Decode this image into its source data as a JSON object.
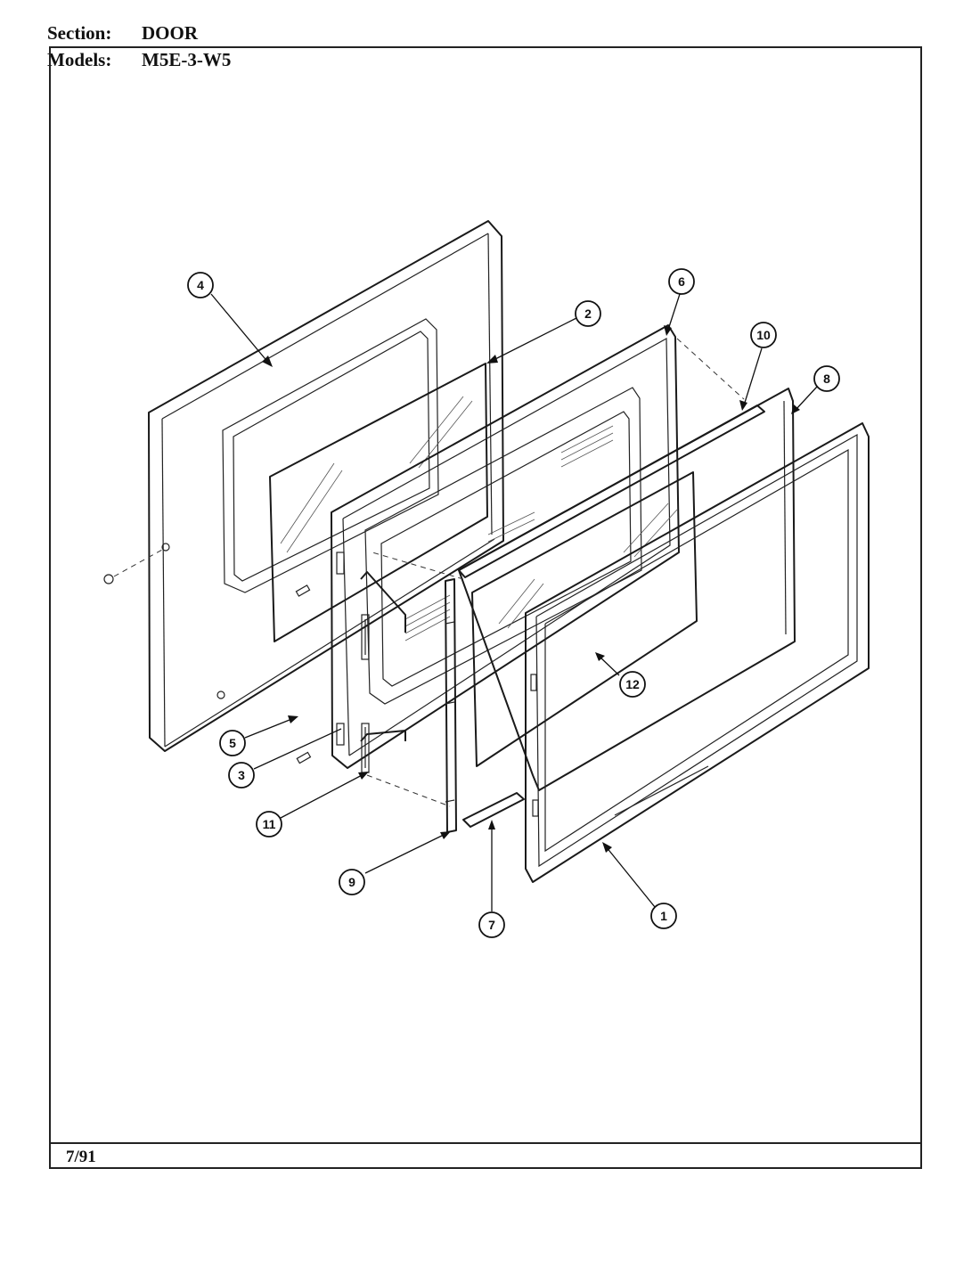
{
  "header": {
    "section_label": "Section:",
    "section_value": "DOOR",
    "models_label": "Models:",
    "models_value": "M5E-3-W5"
  },
  "footer": {
    "date": "7/91"
  },
  "callouts": [
    "1",
    "2",
    "3",
    "4",
    "5",
    "6",
    "7",
    "8",
    "9",
    "10",
    "11",
    "12"
  ]
}
